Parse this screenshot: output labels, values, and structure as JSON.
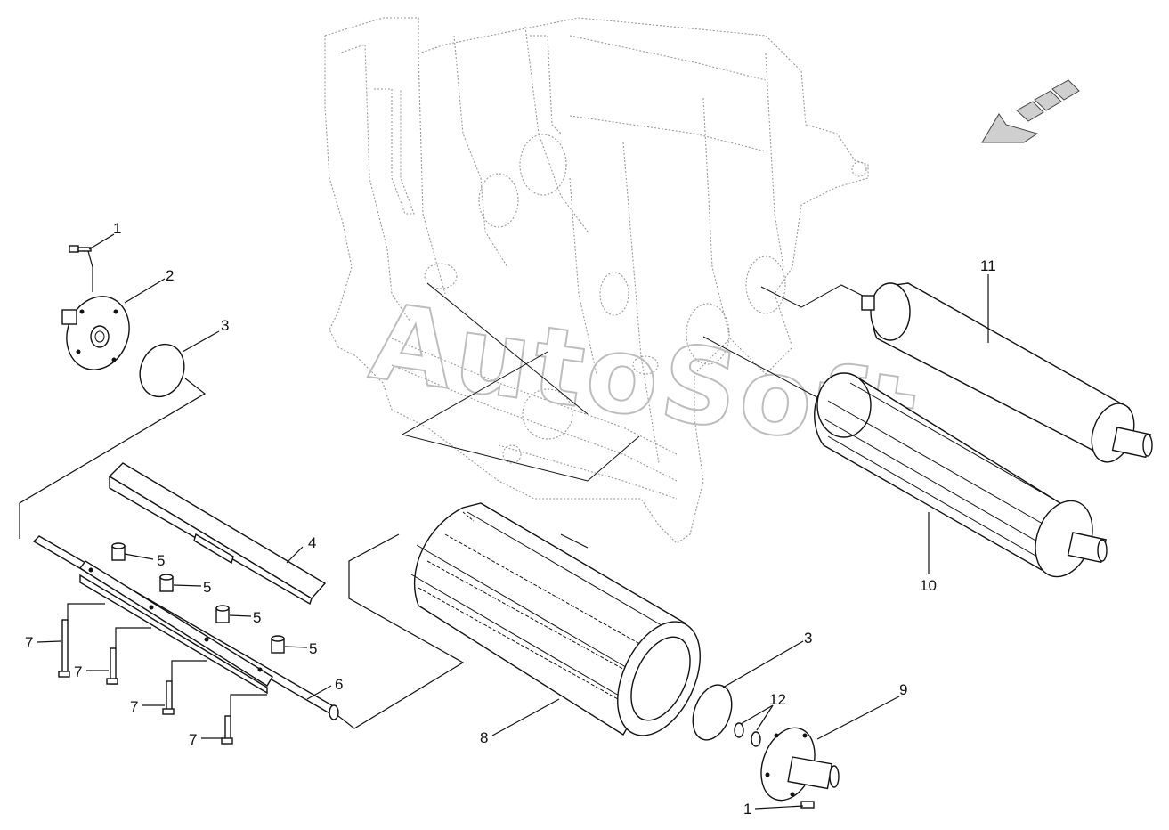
{
  "watermark": "AutoSoft",
  "callouts": {
    "c1a": "1",
    "c2": "2",
    "c3a": "3",
    "c4": "4",
    "c5a": "5",
    "c5b": "5",
    "c5c": "5",
    "c5d": "5",
    "c6": "6",
    "c7a": "7",
    "c7b": "7",
    "c7c": "7",
    "c7d": "7",
    "c8": "8",
    "c3b": "3",
    "c12": "12",
    "c9": "9",
    "c1b": "1",
    "c10": "10",
    "c11": "11"
  },
  "icons": {
    "direction": "direction-arrow-icon"
  }
}
